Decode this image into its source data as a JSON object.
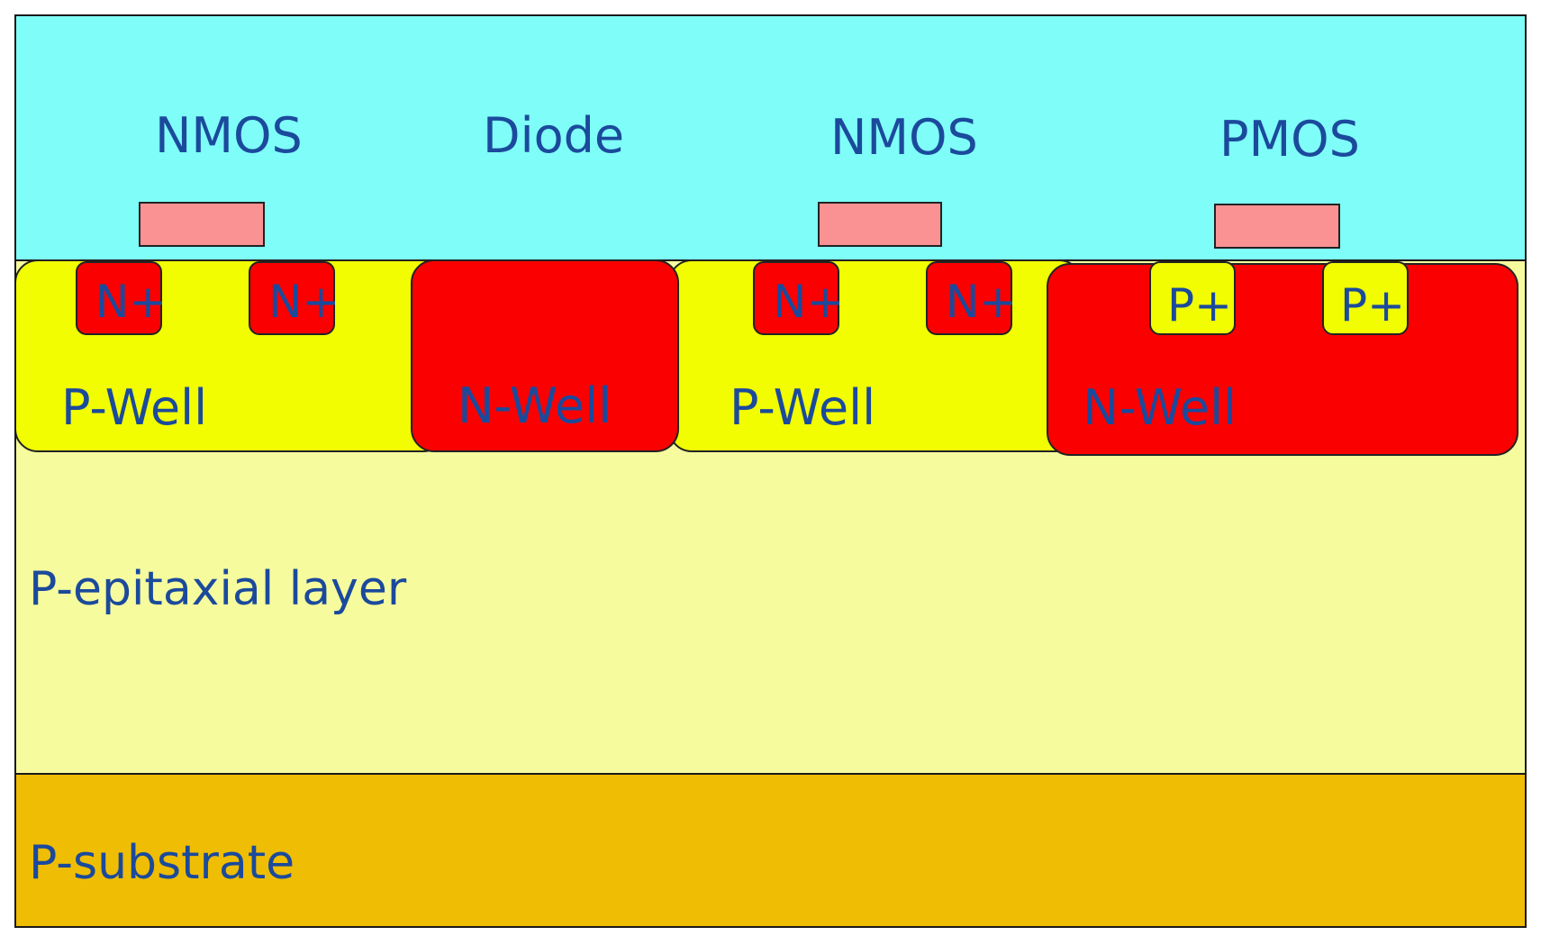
{
  "colors": {
    "oxide": "#7ffdf8",
    "epi": "#f6fb9d",
    "substrate": "#efbd03",
    "p_region": "#f1fd00",
    "n_region": "#fb0000",
    "gate": "#fa9293",
    "text": "#1b4a9c"
  },
  "devices": [
    {
      "label": "NMOS"
    },
    {
      "label": "Diode"
    },
    {
      "label": "NMOS"
    },
    {
      "label": "PMOS"
    }
  ],
  "wells": [
    {
      "label": "P-Well"
    },
    {
      "label": "N-Well"
    },
    {
      "label": "P-Well"
    },
    {
      "label": "N-Well"
    }
  ],
  "diffusions": [
    {
      "label": "N+"
    },
    {
      "label": "N+"
    },
    {
      "label": "N+"
    },
    {
      "label": "N+"
    },
    {
      "label": "P+"
    },
    {
      "label": "P+"
    }
  ],
  "layers": {
    "epi_label": "P-epitaxial layer",
    "substrate_label": "P-substrate"
  }
}
